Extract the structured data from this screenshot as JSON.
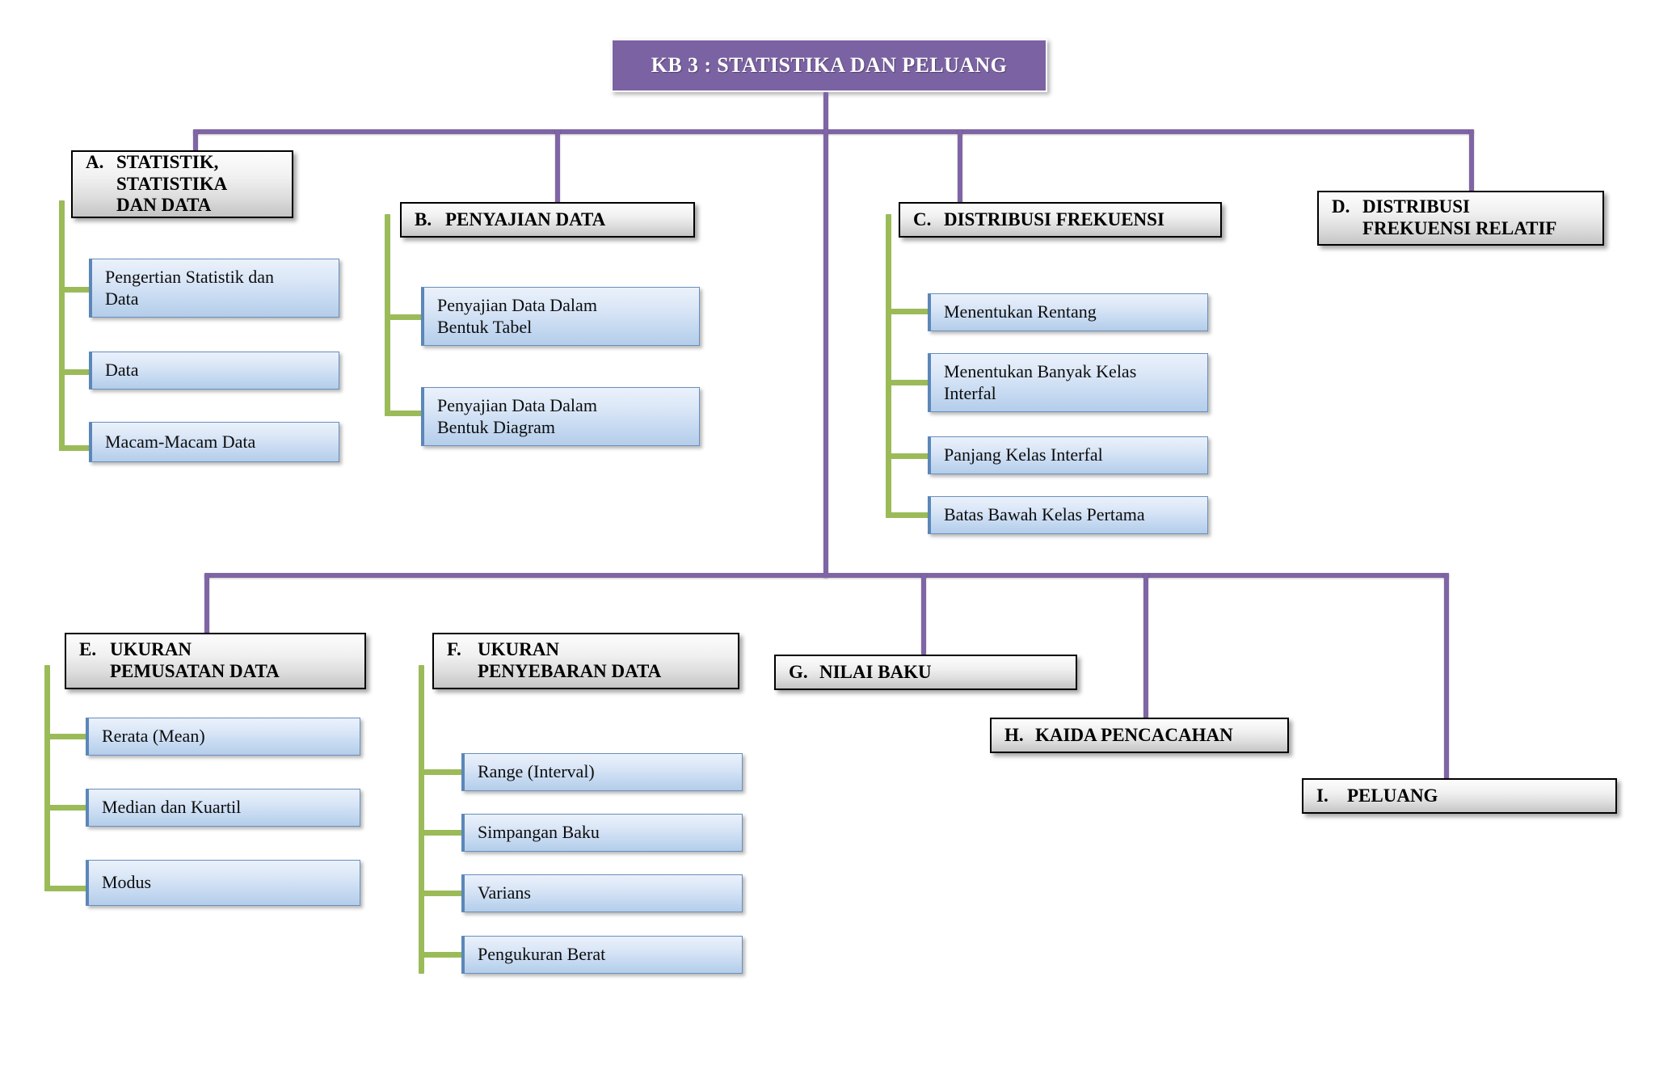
{
  "diagram": {
    "title": "KB 3 : STATISTIKA DAN PELUANG",
    "colors": {
      "root_fill": "#7b63a3",
      "root_text": "#ffffff",
      "trunk_line": "#7f65a5",
      "branch_line": "#9bbb59",
      "header_fill": "#dcdcdc",
      "header_border": "#000000",
      "sub_fill": "#c5d9f1",
      "sub_border": "#6a8fbc"
    },
    "sections": [
      {
        "letter": "A.",
        "name": "STATISTIK,\nSTATISTIKA\nDAN DATA",
        "children": [
          {
            "label": "Pengertian Statistik dan\nData"
          },
          {
            "label": "Data"
          },
          {
            "label": "Macam-Macam Data"
          }
        ]
      },
      {
        "letter": "B.",
        "name": "PENYAJIAN DATA",
        "children": [
          {
            "label": "Penyajian Data Dalam\nBentuk Tabel"
          },
          {
            "label": "Penyajian Data Dalam\nBentuk Diagram"
          }
        ]
      },
      {
        "letter": "C.",
        "name": "DISTRIBUSI FREKUENSI",
        "children": [
          {
            "label": "Menentukan Rentang"
          },
          {
            "label": "Menentukan Banyak Kelas\nInterfal"
          },
          {
            "label": "Panjang Kelas Interfal"
          },
          {
            "label": "Batas Bawah Kelas Pertama"
          }
        ]
      },
      {
        "letter": "D.",
        "name": "DISTRIBUSI\nFREKUENSI RELATIF",
        "children": []
      },
      {
        "letter": "E.",
        "name": "UKURAN\nPEMUSATAN DATA",
        "children": [
          {
            "label": "Rerata (Mean)"
          },
          {
            "label": "Median dan Kuartil"
          },
          {
            "label": "Modus"
          }
        ]
      },
      {
        "letter": "F.",
        "name": "UKURAN\nPENYEBARAN DATA",
        "children": [
          {
            "label": "Range (Interval)"
          },
          {
            "label": "Simpangan Baku"
          },
          {
            "label": "Varians"
          },
          {
            "label": "Pengukuran Berat"
          }
        ]
      },
      {
        "letter": "G.",
        "name": "NILAI BAKU",
        "children": []
      },
      {
        "letter": "H.",
        "name": "KAIDA PENCACAHAN",
        "children": []
      },
      {
        "letter": "I.",
        "name": "PELUANG",
        "children": []
      }
    ]
  }
}
